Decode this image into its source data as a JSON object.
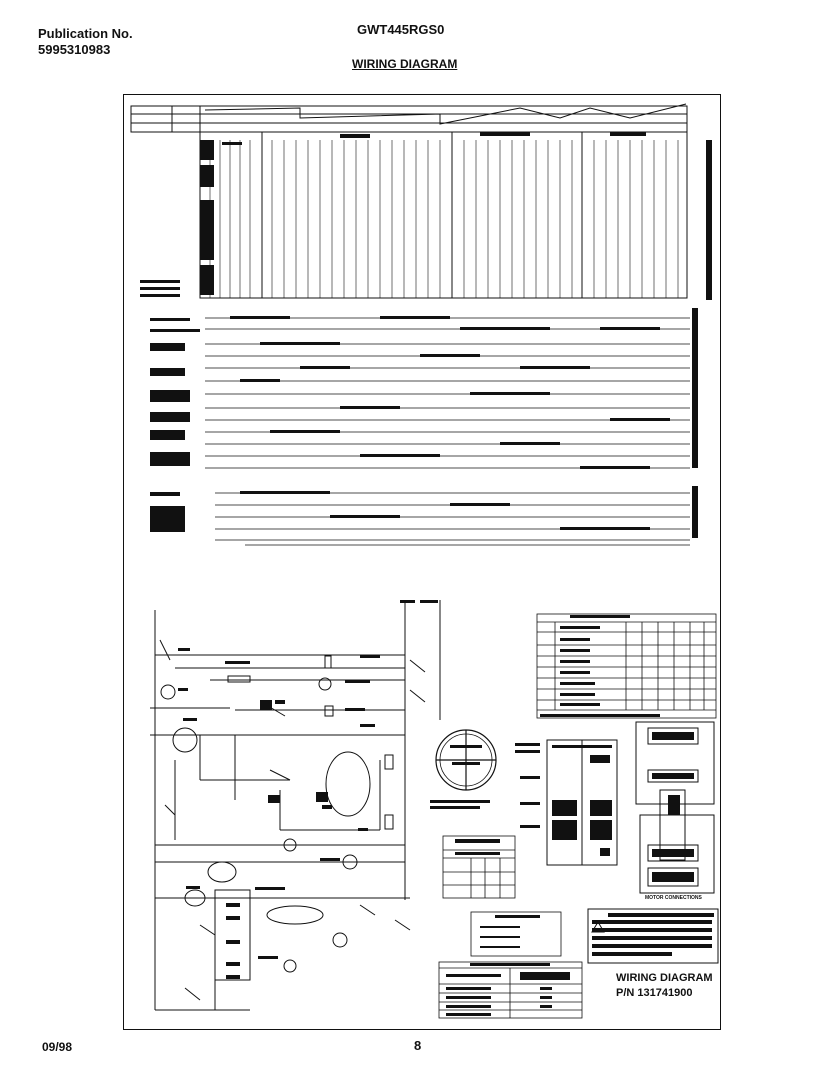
{
  "header": {
    "publication_label": "Publication No.",
    "publication_number": "5995310983",
    "model": "GWT445RGS0",
    "section_title": "WIRING DIAGRAM"
  },
  "diagram": {
    "title": "WIRING DIAGRAM",
    "part_number": "P/N 131741900",
    "motor_connections_label": "MOTOR CONNECTIONS"
  },
  "footer": {
    "date": "09/98",
    "page": "8"
  }
}
